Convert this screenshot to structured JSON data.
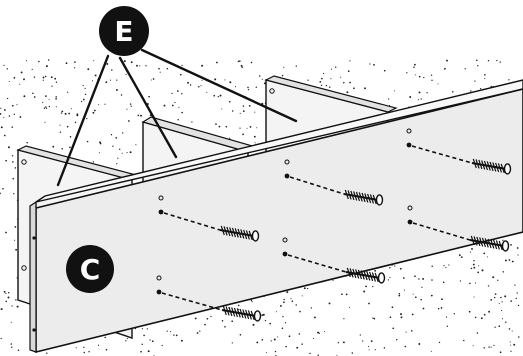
{
  "labels": {
    "bracket": "E",
    "board": "C"
  },
  "parts": {
    "board": "panel",
    "brackets": "side-panel",
    "fasteners": "screw",
    "holes": "pre-drilled-hole"
  },
  "colors": {
    "ink": "#111111",
    "panel_fill": "#ececec",
    "panel_top": "#f7f7f7",
    "callout_fill": "#111111",
    "callout_text": "#ffffff",
    "floor_dots": "#222222"
  },
  "counts": {
    "brackets": 3,
    "screws": 6
  }
}
